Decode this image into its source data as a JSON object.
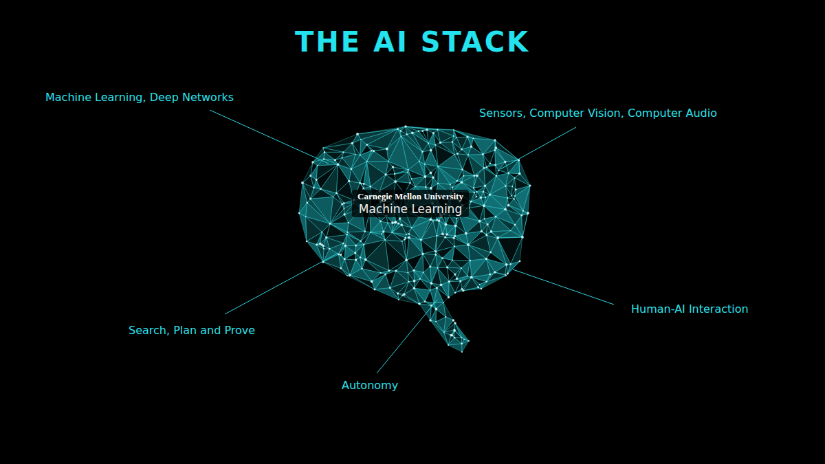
{
  "diagram": {
    "title": "THE AI STACK",
    "nodes": [
      {
        "text": [
          "Carnegie Mellon University",
          "Machine Learning"
        ]
      }
    ],
    "labels": [
      "Machine Learning, Deep Networks",
      "Sensors, Computer Vision, Computer Audio",
      "Search, Plan and Prove",
      "Autonomy",
      "Human-AI Interaction"
    ]
  }
}
